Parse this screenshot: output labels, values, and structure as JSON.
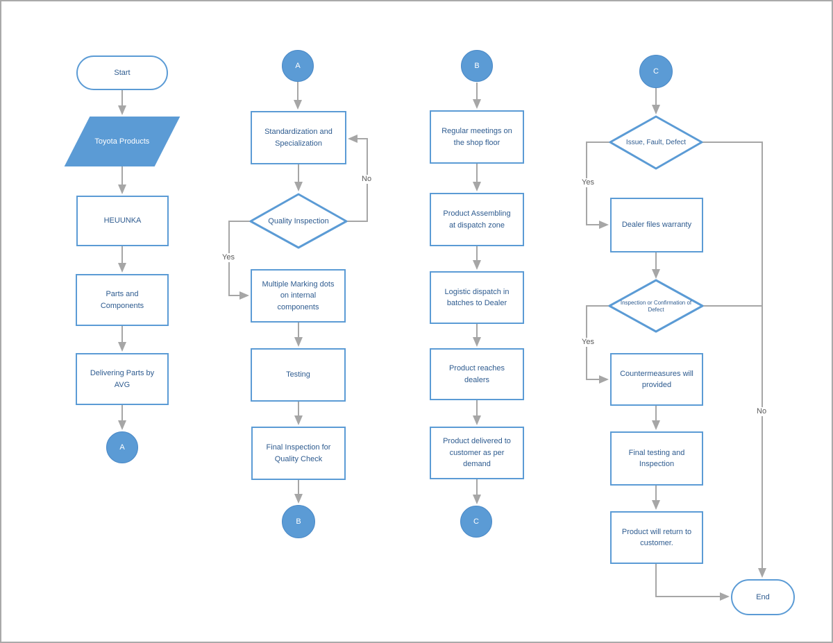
{
  "colors": {
    "shape_fill": "#5b9bd5",
    "shape_border": "#5b9bd5",
    "shape_text": "#2e5b8f",
    "connector": "#a6a6a6",
    "edge_label_text": "#595959"
  },
  "col1": {
    "start": "Start",
    "toyota_products": "Toyota Products",
    "heuunka": "HEUUNKA",
    "parts_components": "Parts and Components",
    "delivering_parts": "Delivering Parts by AVG",
    "connector_a": "A"
  },
  "col2": {
    "connector_a": "A",
    "standardization": "Standardization and Specialization",
    "quality_inspection": "Quality Inspection",
    "no_label": "No",
    "yes_label": "Yes",
    "multiple_marking": "Multiple Marking dots on internal components",
    "testing": "Testing",
    "final_inspection": "Final Inspection for Quality Check",
    "connector_b": "B"
  },
  "col3": {
    "connector_b": "B",
    "regular_meetings": "Regular meetings on the shop floor",
    "product_assembling": "Product Assembling at dispatch zone",
    "logistic_dispatch": "Logistic dispatch in batches to Dealer",
    "product_reaches": "Product reaches dealers",
    "product_delivered": "Product delivered to customer as per demand",
    "connector_c": "C"
  },
  "col4": {
    "connector_c": "C",
    "issue_fault_defect": "Issue, Fault, Defect",
    "yes_label_1": "Yes",
    "dealer_files_warranty": "Dealer files warranty",
    "inspection_confirmation": "Inspection or Confirmation of Defect",
    "yes_label_2": "Yes",
    "countermeasures": "Countermeasures will provided",
    "final_testing": "Final testing and Inspection",
    "product_return": "Product will return to customer.",
    "no_label": "No",
    "end": "End"
  }
}
